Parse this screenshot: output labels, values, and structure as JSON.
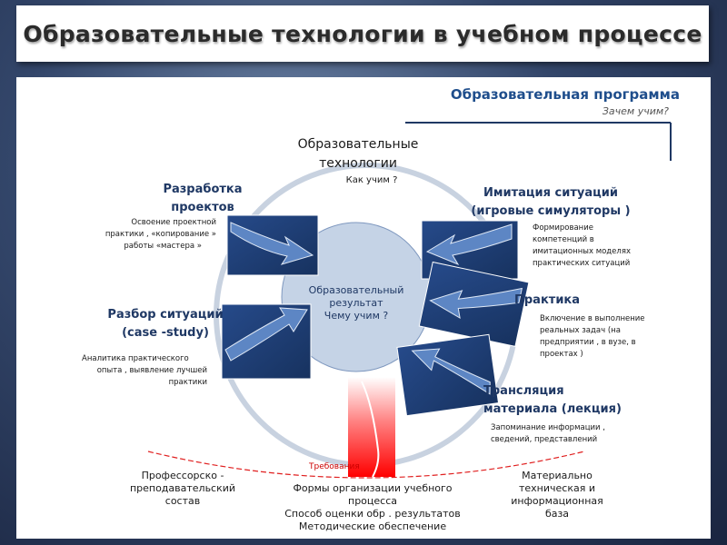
{
  "title": "Образовательные технологии в учебном процессе",
  "program": {
    "title": "Образовательная программа",
    "subtitle": "Зачем учим?"
  },
  "top": {
    "title_line1": "Образовательные",
    "title_line2": "технологии",
    "subtitle": "Как учим ?"
  },
  "center": {
    "line1": "Образовательный",
    "line2": "результат",
    "line3": "Чему учим ?"
  },
  "nodes": {
    "projects": {
      "title_line1": "Разработка",
      "title_line2": "проектов",
      "desc_line1": "Освоение проектной",
      "desc_line2": "практики , «копирование »",
      "desc_line3": "работы «мастера »"
    },
    "cases": {
      "title_line1": "Разбор ситуаций",
      "title_line2": "(case -study)",
      "desc_line1": "Аналитика практического",
      "desc_line2": "опыта , выявление лучшей",
      "desc_line3": "практики"
    },
    "simulation": {
      "title_line1": "Имитация ситуаций",
      "title_line2": "(игровые симуляторы )",
      "desc_line1": "Формирование",
      "desc_line2": "компетенций в",
      "desc_line3": "имитационных моделях",
      "desc_line4": "практических ситуаций"
    },
    "practice": {
      "title": "Практика",
      "desc_line1": "Включение в выполнение",
      "desc_line2": "реальных задач (на",
      "desc_line3": "предприятии , в вузе, в",
      "desc_line4": "проектах )"
    },
    "lecture": {
      "title_line1": "Трансляция",
      "title_line2": "материала (лекция)",
      "desc_line1": "Запоминание информации ,",
      "desc_line2": "сведений, представлений"
    }
  },
  "requirements_label": "Требования",
  "bottom": {
    "staff": {
      "line1": "Профессорско -",
      "line2": "преподавательский",
      "line3": "состав"
    },
    "forms": {
      "line1": "Формы организации учебного",
      "line2": "процесса",
      "line3": "Способ оценки обр . результатов",
      "line4": "Методические обеспечение"
    },
    "base": {
      "line1": "Материально",
      "line2": "техническая и",
      "line3": "информационная",
      "line4": "база"
    }
  },
  "colors": {
    "arrow_dark": "#1f3f78",
    "arrow_light": "#4a76b8",
    "center_fill": "#c5d3e6",
    "circle_stroke": "#c8d2e0",
    "red": "#ff1010",
    "accent": "#1f3864"
  }
}
